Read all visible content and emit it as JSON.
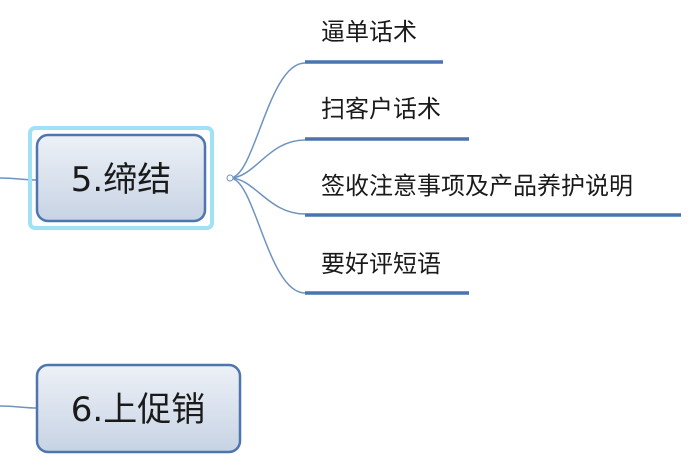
{
  "diagram": {
    "colors": {
      "node_fill_top": "#e9eef6",
      "node_fill_bottom": "#c9d5e6",
      "node_border": "#4c76ad",
      "selection_glow": "#9fe1f5",
      "connector": "#6f93bf",
      "underline": "#4a73b0",
      "text": "#1a1a1a"
    },
    "nodes": [
      {
        "id": "node-5",
        "label": "5.缔结",
        "selected": true
      },
      {
        "id": "node-6",
        "label": "6.上促销",
        "selected": false
      }
    ],
    "branches": [
      {
        "label": "逼单话术"
      },
      {
        "label": "扫客户话术"
      },
      {
        "label": "签收注意事项及产品养护说明"
      },
      {
        "label": "要好评短语"
      }
    ]
  }
}
